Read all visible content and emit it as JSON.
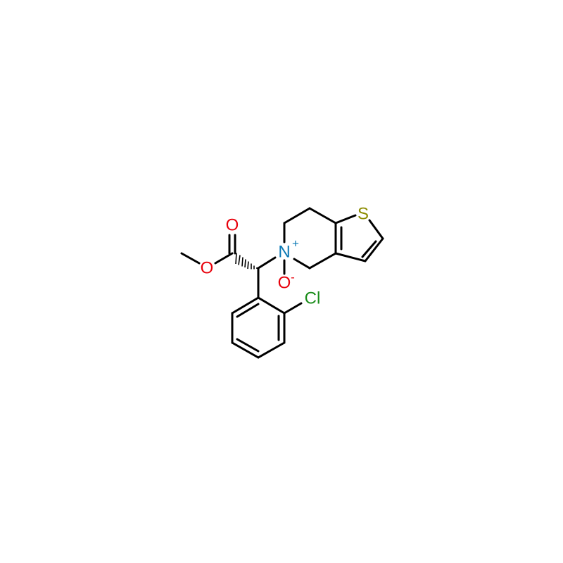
{
  "colors": {
    "bond": "#000000",
    "oxygen": "#e8000b",
    "nitrogen": "#0a78b4",
    "sulfur": "#8c8c00",
    "chlorine": "#1a8c1a"
  },
  "atoms": {
    "S": "S",
    "N": "N",
    "N_charge": "+",
    "O_oxide": "O",
    "O_charge": "-",
    "O_carbonyl": "O",
    "O_ester": "O",
    "Cl": "Cl"
  }
}
